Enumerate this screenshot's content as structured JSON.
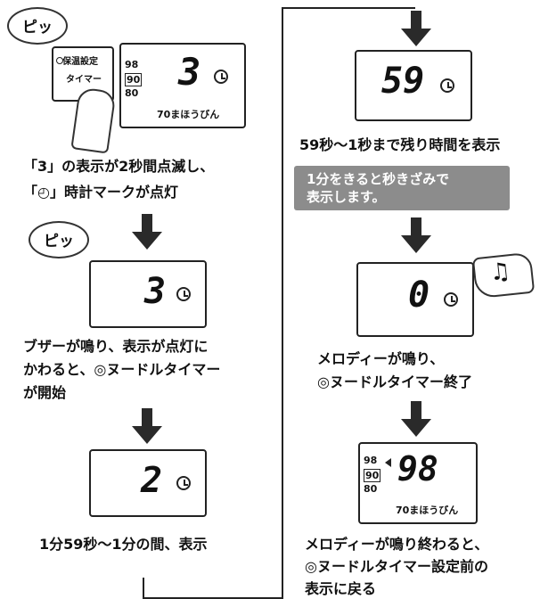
{
  "bubbles": {
    "beep1": "ピッ",
    "beep2": "ピッ"
  },
  "device_panel": {
    "label_warm": "保温設定",
    "label_timer": "タイマー"
  },
  "display_initial": {
    "scale": [
      "98",
      "90",
      "80"
    ],
    "digit": "3",
    "footer": "70まほうびん"
  },
  "captions": {
    "step1_line1": "「3」の表示が2秒間点滅し、",
    "step1_line2": "「◴」時計マークが点灯",
    "step2_line1": "ブザーが鳴り、表示が点灯に",
    "step2_line2": "かわると、◎ヌードルタイマー",
    "step2_line3": "が開始",
    "step3": "1分59秒〜1分の間、表示",
    "step4": "59秒〜1秒まで残り時間を表示",
    "step5_line1": "メロディーが鳴り、",
    "step5_line2": "◎ヌードルタイマー終了",
    "step6_line1": "メロディーが鳴り終わると、",
    "step6_line2": "◎ヌードルタイマー設定前の",
    "step6_line3": "表示に戻る"
  },
  "note": {
    "line1": "1分をきると秒きざみで",
    "line2": "表示します。"
  },
  "displays": {
    "d3": "3",
    "d2": "2",
    "d59": "59",
    "d0": "0",
    "d98": "98"
  },
  "final_display": {
    "scale": [
      "98",
      "90",
      "80"
    ],
    "footer": "70まほうびん"
  },
  "music_icon": "♫"
}
